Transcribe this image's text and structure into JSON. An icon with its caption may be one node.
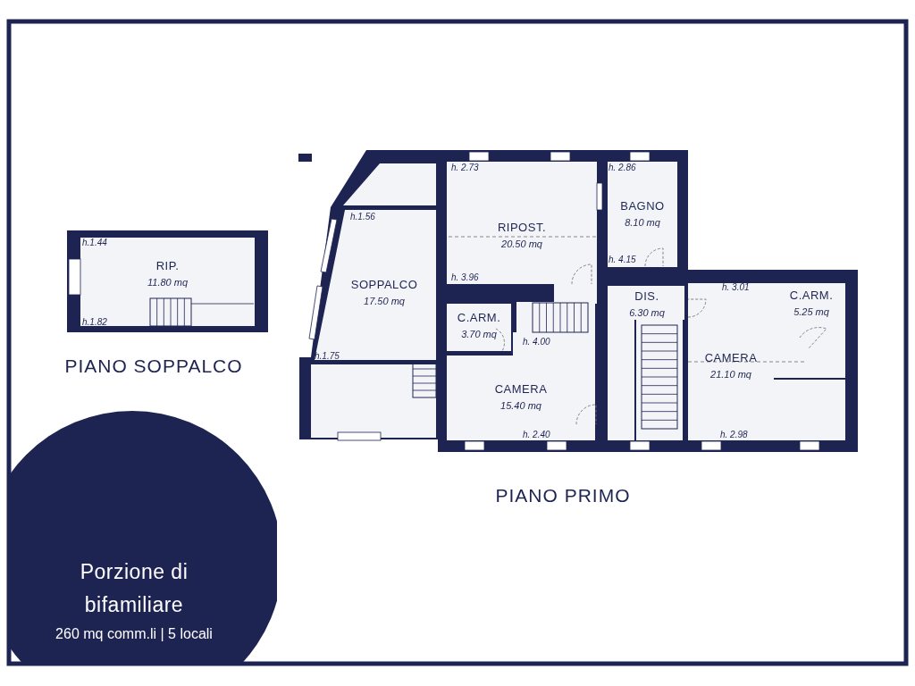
{
  "diagram": {
    "nodes": [
      {
        "text": [
          "RIP.",
          "11.80 mq"
        ]
      },
      {
        "text": [
          "SOPPALCO",
          "17.50 mq"
        ]
      },
      {
        "text": [
          "RIPOST.",
          "20.50 mq"
        ]
      },
      {
        "text": [
          "BAGNO",
          "8.10 mq"
        ]
      },
      {
        "text": [
          "C.ARM.",
          "3.70 mq"
        ]
      },
      {
        "text": [
          "DIS.",
          "6.30 mq"
        ]
      },
      {
        "text": [
          "C.ARM.",
          "5.25 mq"
        ]
      },
      {
        "text": [
          "CAMERA",
          "15.40 mq"
        ]
      },
      {
        "text": [
          "CAMERA",
          "21.10 mq"
        ]
      },
      {
        "text": [
          "Porzione di bifamiliare",
          "260 mq comm.li | 5 locali"
        ]
      }
    ],
    "edges": [],
    "labels": [
      "h.1.44",
      "h.1.82",
      "PIANO SOPPALCO",
      "h. 2.73",
      "h. 2.86",
      "h.1.56",
      "h. 4.15",
      "h. 3.96",
      "h. 3.01",
      "h. 4.00",
      "h.1.75",
      "h. 2.40",
      "h. 2.98",
      "PIANO PRIMO"
    ]
  }
}
